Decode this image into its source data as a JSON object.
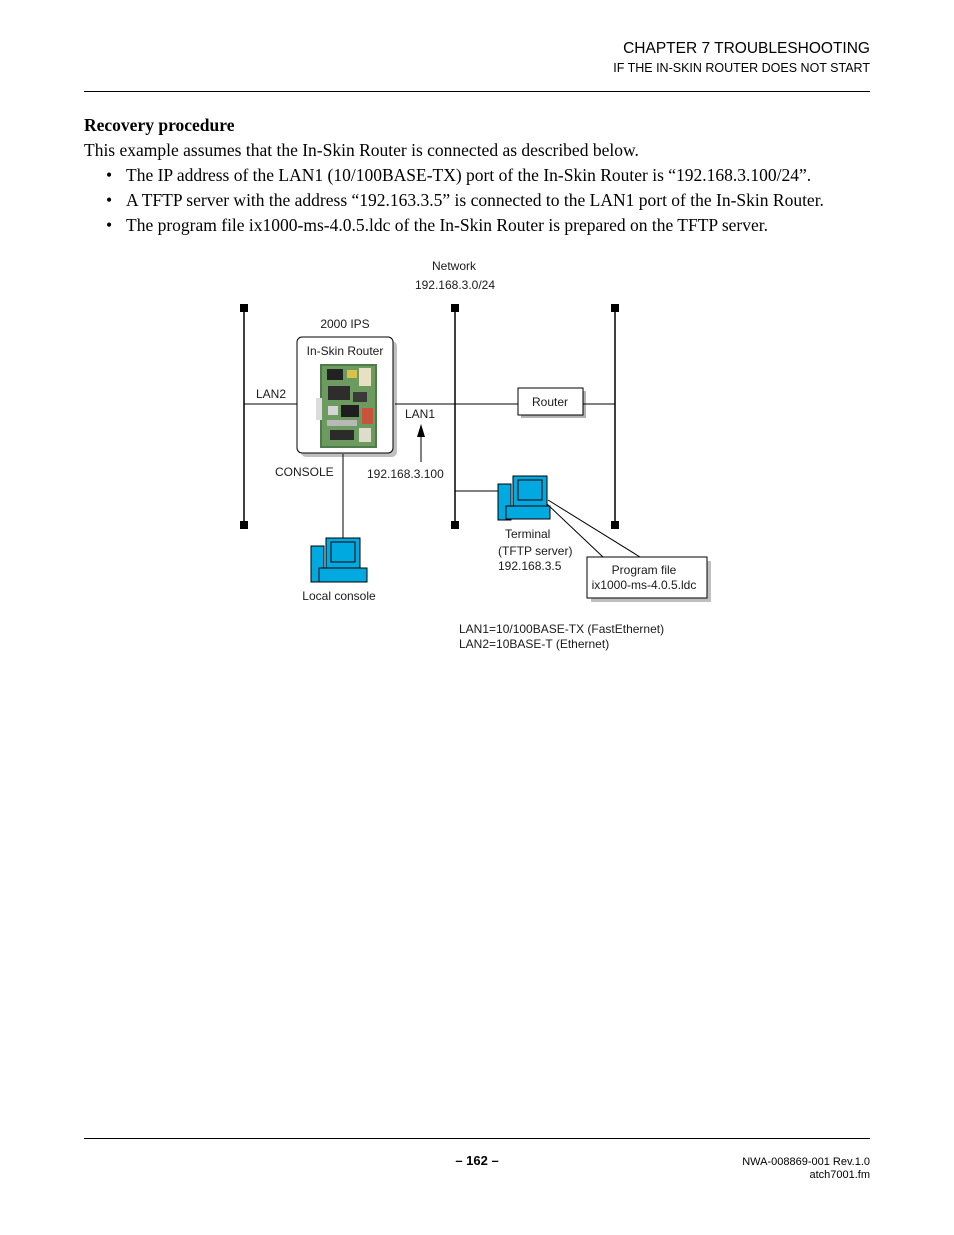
{
  "header": {
    "chapter": "CHAPTER 7   TROUBLESHOOTING",
    "section": "IF THE IN-SKIN ROUTER DOES NOT START"
  },
  "body": {
    "heading": "Recovery procedure",
    "intro": "This example assumes that the In-Skin Router is connected as described below.",
    "bullet_symbol": "•",
    "bullets": [
      "The IP address of the LAN1 (10/100BASE-TX) port of the In-Skin Router is “192.168.3.100/24”.",
      "A TFTP server with the address “192.163.3.5” is connected to the LAN1 port of the In-Skin Router.",
      "The program file ix1000-ms-4.0.5.ldc of the In-Skin Router is prepared on the TFTP server."
    ]
  },
  "diagram": {
    "network_label": "Network",
    "network_address": "192.168.3.0/24",
    "ips_label": "2000 IPS",
    "router_box_label": "In-Skin Router",
    "lan2_label": "LAN2",
    "lan1_label": "LAN1",
    "console_label": "CONSOLE",
    "router_ip": "192.168.3.100",
    "external_router_label": "Router",
    "terminal_label": "Terminal",
    "terminal_role": "(TFTP server)",
    "terminal_ip": "192.168.3.5",
    "program_file_label": "Program file",
    "program_file_name": "ix1000-ms-4.0.5.ldc",
    "local_console_label": "Local console",
    "legend_lan1": "LAN1=10/100BASE-TX (FastEthernet)",
    "legend_lan2": "LAN2=10BASE-T (Ethernet)",
    "monitor_color": "#00a9e0"
  },
  "footer": {
    "page_number": "– 162 –",
    "doc_id": "NWA-008869-001 Rev.1.0",
    "doc_file": "atch7001.fm"
  }
}
